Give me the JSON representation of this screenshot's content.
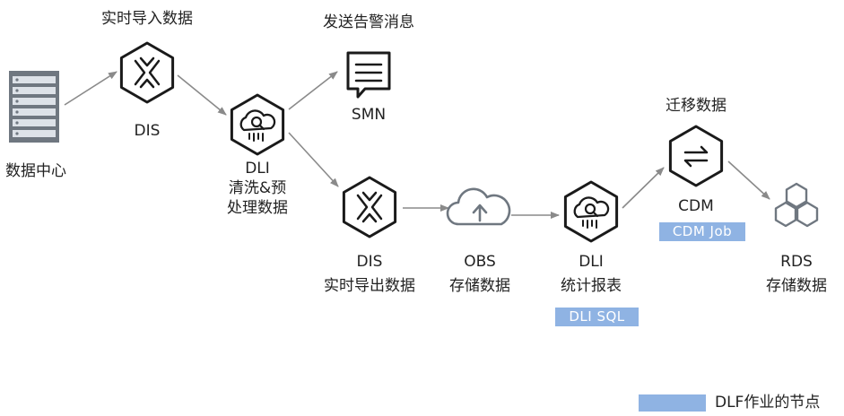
{
  "datacenter": {
    "label": "数据中心"
  },
  "dis_in": {
    "caption": "实时导入数据",
    "name": "DIS"
  },
  "dli_clean": {
    "name": "DLI",
    "line2": "清洗&预",
    "line3": "处理数据"
  },
  "smn": {
    "caption": "发送告警消息",
    "name": "SMN"
  },
  "dis_out": {
    "name": "DIS",
    "caption": "实时导出数据"
  },
  "obs": {
    "name": "OBS",
    "caption": "存储数据"
  },
  "dli_stat": {
    "name": "DLI",
    "caption": "统计报表",
    "tag": "DLI SQL"
  },
  "cdm": {
    "caption": "迁移数据",
    "name": "CDM",
    "tag": "CDM Job"
  },
  "rds": {
    "name": "RDS",
    "caption": "存储数据"
  },
  "legend": {
    "label": "DLF作业的节点"
  },
  "colors": {
    "tag_fill": "#8fb3e3",
    "arrow": "#8a8a8a",
    "icon_stroke": "#1a1a1a"
  }
}
